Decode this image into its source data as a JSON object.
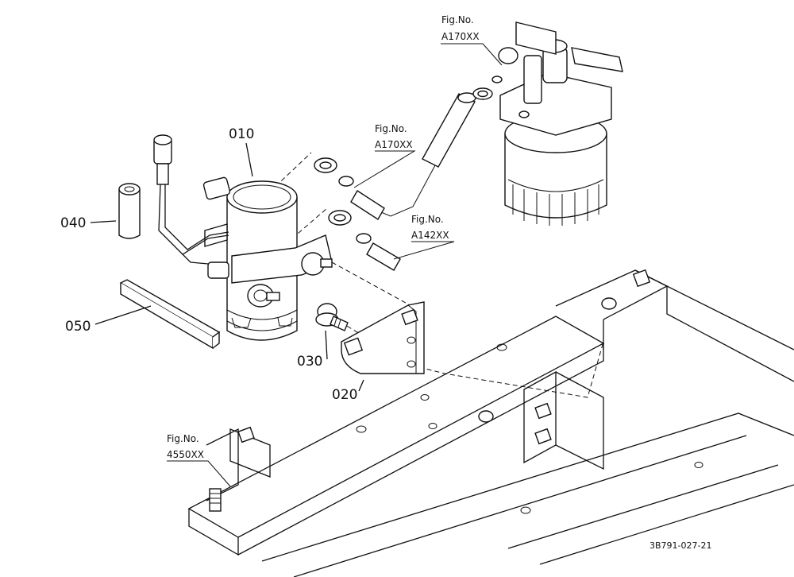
{
  "diagram": {
    "part_labels": [
      {
        "id": "010",
        "text": "010"
      },
      {
        "id": "020",
        "text": "020"
      },
      {
        "id": "030",
        "text": "030"
      },
      {
        "id": "040",
        "text": "040"
      },
      {
        "id": "050",
        "text": "050"
      }
    ],
    "figure_refs": [
      {
        "line1": "Fig.No.",
        "line2": "A170XX"
      },
      {
        "line1": "Fig.No.",
        "line2": "A170XX"
      },
      {
        "line1": "Fig.No.",
        "line2": "A142XX"
      },
      {
        "line1": "Fig.No.",
        "line2": "4550XX"
      }
    ],
    "drawing_code": "3B791-027-21"
  }
}
